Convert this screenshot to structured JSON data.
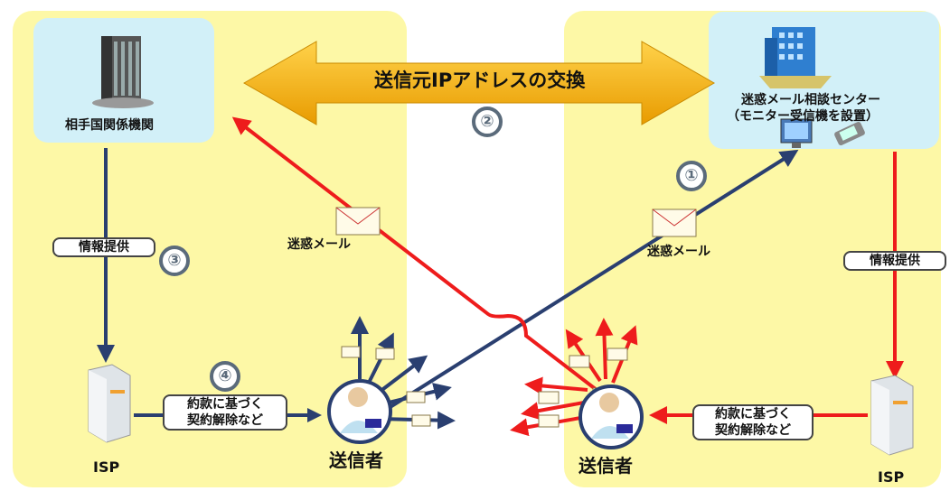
{
  "banner": {
    "label": "送信元IPアドレスの交換",
    "step": "②"
  },
  "left_org": {
    "label": "相手国関係機関"
  },
  "right_org": {
    "label_line1": "迷惑メール相談センター",
    "label_line2": "（モニター受信機を設置）"
  },
  "spam_left": {
    "label": "迷惑メール"
  },
  "spam_right": {
    "label": "迷惑メール",
    "step": "①"
  },
  "info_left": {
    "label": "情報提供",
    "step": "③"
  },
  "info_right": {
    "label": "情報提供"
  },
  "contract_left": {
    "line1": "約款に基づく",
    "line2": "契約解除など",
    "step": "④"
  },
  "contract_right": {
    "line1": "約款に基づく",
    "line2": "契約解除など"
  },
  "isp_left": {
    "label": "ISP"
  },
  "isp_right": {
    "label": "ISP"
  },
  "sender_left": {
    "label": "送信者"
  },
  "sender_right": {
    "label": "送信者"
  },
  "colors": {
    "panel": "#fdf8a6",
    "box": "#d2f0f8",
    "banner": "#f3b515",
    "red": "#ee1c1c",
    "navy": "#2a3f70"
  }
}
